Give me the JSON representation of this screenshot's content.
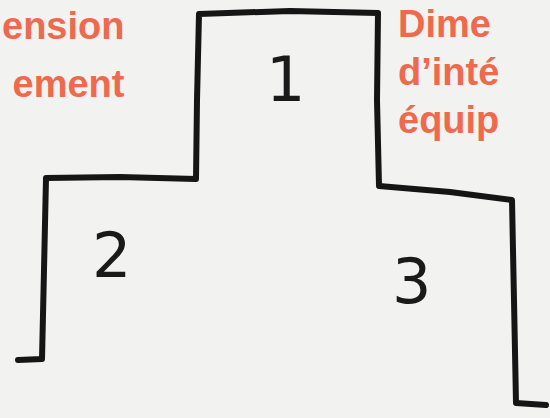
{
  "diagram": {
    "labels": [
      "ension",
      "ement",
      "Dime",
      "d’inté",
      "équip",
      "1",
      "2",
      "3"
    ]
  }
}
